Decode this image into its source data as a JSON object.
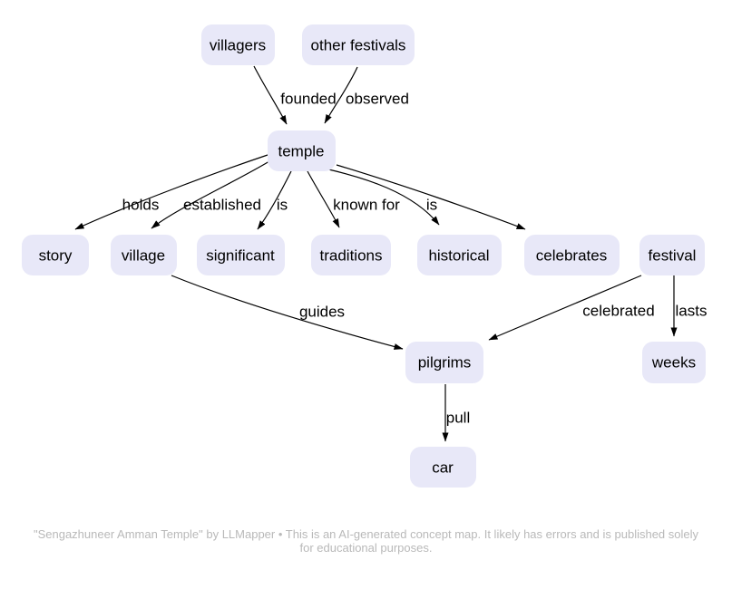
{
  "diagram": {
    "type": "concept-map",
    "nodes": [
      {
        "id": "villagers",
        "label": "villagers"
      },
      {
        "id": "other-festivals",
        "label": "other festivals"
      },
      {
        "id": "temple",
        "label": "temple"
      },
      {
        "id": "story",
        "label": "story"
      },
      {
        "id": "village",
        "label": "village"
      },
      {
        "id": "significant",
        "label": "significant"
      },
      {
        "id": "traditions",
        "label": "traditions"
      },
      {
        "id": "historical",
        "label": "historical"
      },
      {
        "id": "celebrates",
        "label": "celebrates"
      },
      {
        "id": "festival",
        "label": "festival"
      },
      {
        "id": "pilgrims",
        "label": "pilgrims"
      },
      {
        "id": "weeks",
        "label": "weeks"
      },
      {
        "id": "car",
        "label": "car"
      }
    ],
    "edges": [
      {
        "from": "villagers",
        "to": "temple",
        "label": "founded"
      },
      {
        "from": "other-festivals",
        "to": "temple",
        "label": "observed"
      },
      {
        "from": "temple",
        "to": "story",
        "label": "holds"
      },
      {
        "from": "temple",
        "to": "village",
        "label": "established"
      },
      {
        "from": "temple",
        "to": "significant",
        "label": "is"
      },
      {
        "from": "temple",
        "to": "traditions",
        "label": "known for"
      },
      {
        "from": "temple",
        "to": "historical",
        "label": "is"
      },
      {
        "from": "temple",
        "to": "celebrates",
        "label": ""
      },
      {
        "from": "village",
        "to": "pilgrims",
        "label": "guides"
      },
      {
        "from": "festival",
        "to": "pilgrims",
        "label": "celebrated"
      },
      {
        "from": "festival",
        "to": "weeks",
        "label": "lasts"
      },
      {
        "from": "pilgrims",
        "to": "car",
        "label": "pull"
      }
    ]
  },
  "footer": {
    "text": "\"Sengazhuneer Amman Temple\" by LLMapper • This is an AI-generated concept map. It likely has errors and is published solely for educational purposes."
  },
  "colors": {
    "background": "#ffffff",
    "node_fill": "#e8e8f8",
    "node_text": "#000000",
    "edge_stroke": "#000000",
    "footer_text": "#b9b9b9"
  }
}
